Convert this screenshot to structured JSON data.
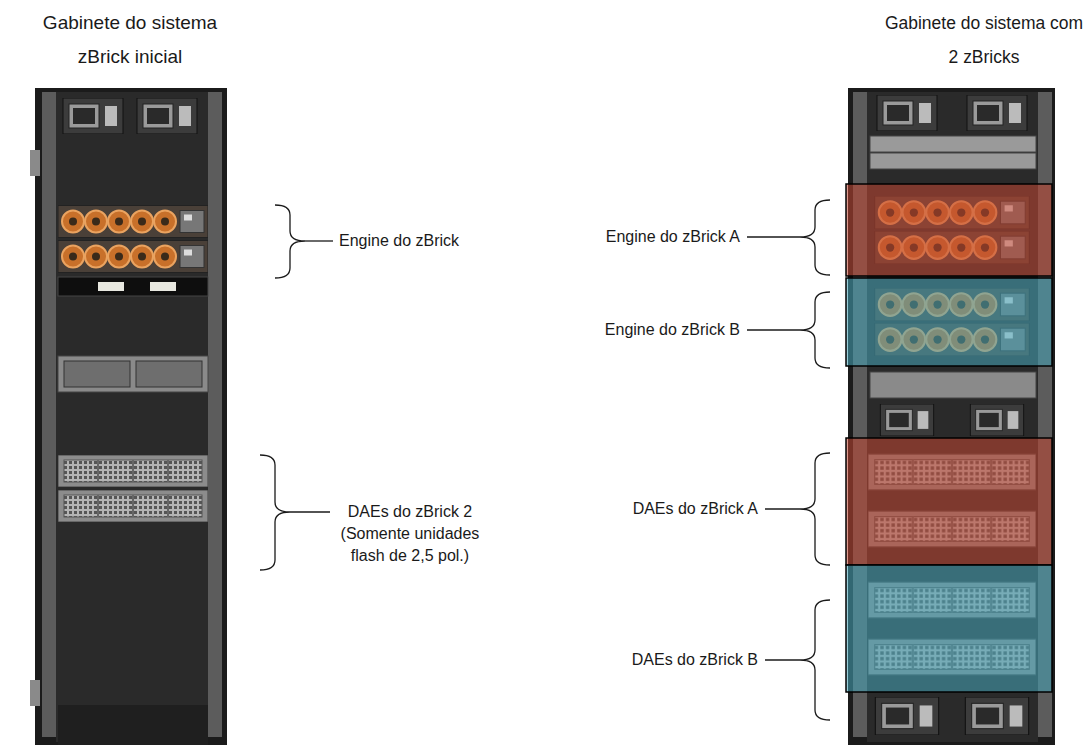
{
  "diagram": {
    "labels": [
      "Gabinete do sistema zBrick inicial",
      "Gabinete do sistema com 2 zBricks",
      "Engine do zBrick",
      "Engine do zBrick A",
      "Engine do zBrick B",
      "DAEs do zBrick 2 (Somente unidades flash de 2,5 pol.)",
      "DAEs do zBrick A",
      "DAEs do zBrick B"
    ]
  }
}
